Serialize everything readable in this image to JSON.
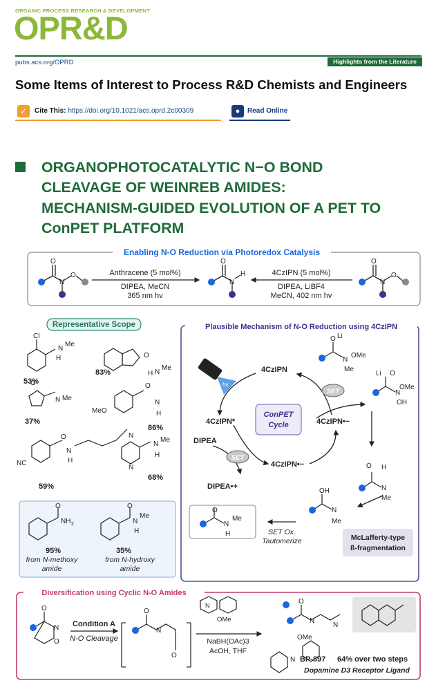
{
  "journal": {
    "kicker": "ORGANIC PROCESS RESEARCH & DEVELOPMENT",
    "logo": "OPR&D",
    "url": "pubs.acs.org/OPRD",
    "section": "Highlights from the Literature"
  },
  "article": {
    "title": "Some Items of Interest to Process R&D Chemists and Engineers",
    "cite_label": "Cite This:",
    "cite_doi": "https://doi.org/10.1021/acs.oprd.2c00309",
    "read_online": "Read Online",
    "heading_lines": [
      "ORGANOPHOTOCATALYTIC N−O BOND",
      "CLEAVAGE OF WEINREB AMIDES:",
      "MECHANISM-GUIDED EVOLUTION OF A PET TO",
      "ConPET PLATFORM"
    ]
  },
  "figure": {
    "top_title": "Enabling N-O Reduction via Photoredox Catalysis",
    "left_arrow_above": "Anthracene (5 mol%)",
    "left_arrow_below1": "DIPEA, MeCN",
    "left_arrow_below2": "365 nm hv",
    "right_arrow_above": "4CzIPN (5 mol%)",
    "right_arrow_below1": "DIPEA, LiBF4",
    "right_arrow_below2": "MeCN, 402 nm hv",
    "scope_title": "Representative Scope",
    "yields": [
      "53%",
      "83%",
      "37%",
      "86%",
      "59%",
      "68%",
      "95%",
      "35%"
    ],
    "scope_sources": [
      "from N-methoxy",
      "amide",
      "from N-hydroxy",
      "amide"
    ],
    "mech_title": "Plausible Mechanism of N-O Reduction using 4CzIPN",
    "mech_species": [
      "4CzIPN",
      "4CzIPN*",
      "4CzIPN•−",
      "4CzIPN•−",
      "DIPEA",
      "DIPEA•+",
      "SET",
      "SET"
    ],
    "cycle_line1": "ConPET",
    "cycle_line2": "Cycle",
    "mclafferty_line1": "McLafferty-type",
    "mclafferty_line2": "ß-fragmentation",
    "set_ox_line1": "SET Ox.",
    "set_ox_line2": "Tautomerize",
    "div_title": "Diversification using Cyclic N-O Amides",
    "cond_a": "Condition A",
    "cond_a_sub": "N-O Cleavage",
    "reagent1": "NaBH(OAc)3",
    "reagent2": "AcOH, THF",
    "product": "BP-897",
    "product_yield": "64% over two steps",
    "product_desc": "Dopamine D3 Receptor Ligand"
  },
  "colors": {
    "journal_green": "#8cb83a",
    "dark_green": "#1f6b3a",
    "blue_dot": "#1a66e0",
    "purple_dot": "#3b2f8f",
    "gray_dot": "#8a8a8a",
    "mech_border": "#5a4a9a",
    "div_border": "#c23a6a"
  }
}
